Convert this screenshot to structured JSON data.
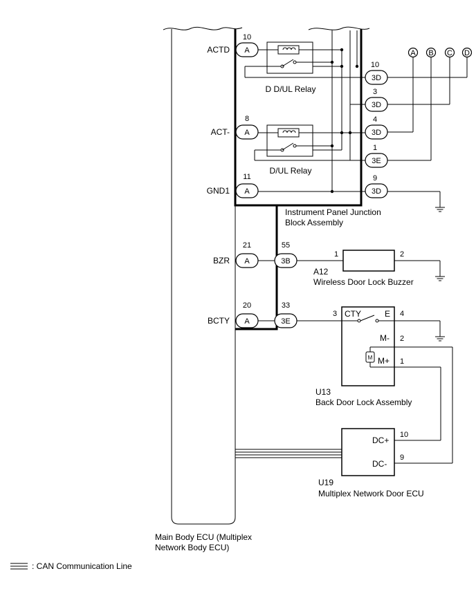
{
  "ecu_pins": {
    "actd": {
      "label": "ACTD",
      "pin": "10",
      "connector": "A"
    },
    "act_minus": {
      "label": "ACT-",
      "pin": "8",
      "connector": "A"
    },
    "gnd1": {
      "label": "GND1",
      "pin": "11",
      "connector": "A"
    },
    "bzr": {
      "label": "BZR",
      "pin": "21",
      "connector": "A"
    },
    "bcty": {
      "label": "BCTY",
      "pin": "20",
      "connector": "A"
    }
  },
  "jb_connectors": {
    "c1": {
      "pin": "10",
      "connector": "3D"
    },
    "c2": {
      "pin": "3",
      "connector": "3D"
    },
    "c3": {
      "pin": "4",
      "connector": "3D"
    },
    "c4": {
      "pin": "1",
      "connector": "3E"
    },
    "c5": {
      "pin": "9",
      "connector": "3D"
    },
    "c6": {
      "pin": "55",
      "connector": "3B"
    },
    "c7": {
      "pin": "33",
      "connector": "3E"
    }
  },
  "relays": {
    "ddul": "D D/UL Relay",
    "dul": "D/UL Relay"
  },
  "off_page": [
    "A",
    "B",
    "C",
    "D"
  ],
  "junction_block": {
    "line1": "Instrument Panel Junction",
    "line2": "Block Assembly"
  },
  "buzzer": {
    "code": "A12",
    "name": "Wireless Door Lock Buzzer",
    "pin_left": "1",
    "pin_right": "2"
  },
  "back_door": {
    "code": "U13",
    "name": "Back Door Lock Assembly",
    "cty": "CTY",
    "e": "E",
    "m_minus": "M-",
    "m_plus": "M+",
    "motor": "M",
    "pin_cty": "3",
    "pin_e": "4",
    "pin_m_minus": "2",
    "pin_m_plus": "1"
  },
  "door_ecu": {
    "code": "U19",
    "name": "Multiplex Network Door ECU",
    "dc_plus": "DC+",
    "dc_minus": "DC-",
    "pin_dc_plus": "10",
    "pin_dc_minus": "9"
  },
  "main_ecu": {
    "line1": "Main Body ECU (Multiplex",
    "line2": "Network Body ECU)"
  },
  "legend": {
    "text": ": CAN Communication Line"
  }
}
